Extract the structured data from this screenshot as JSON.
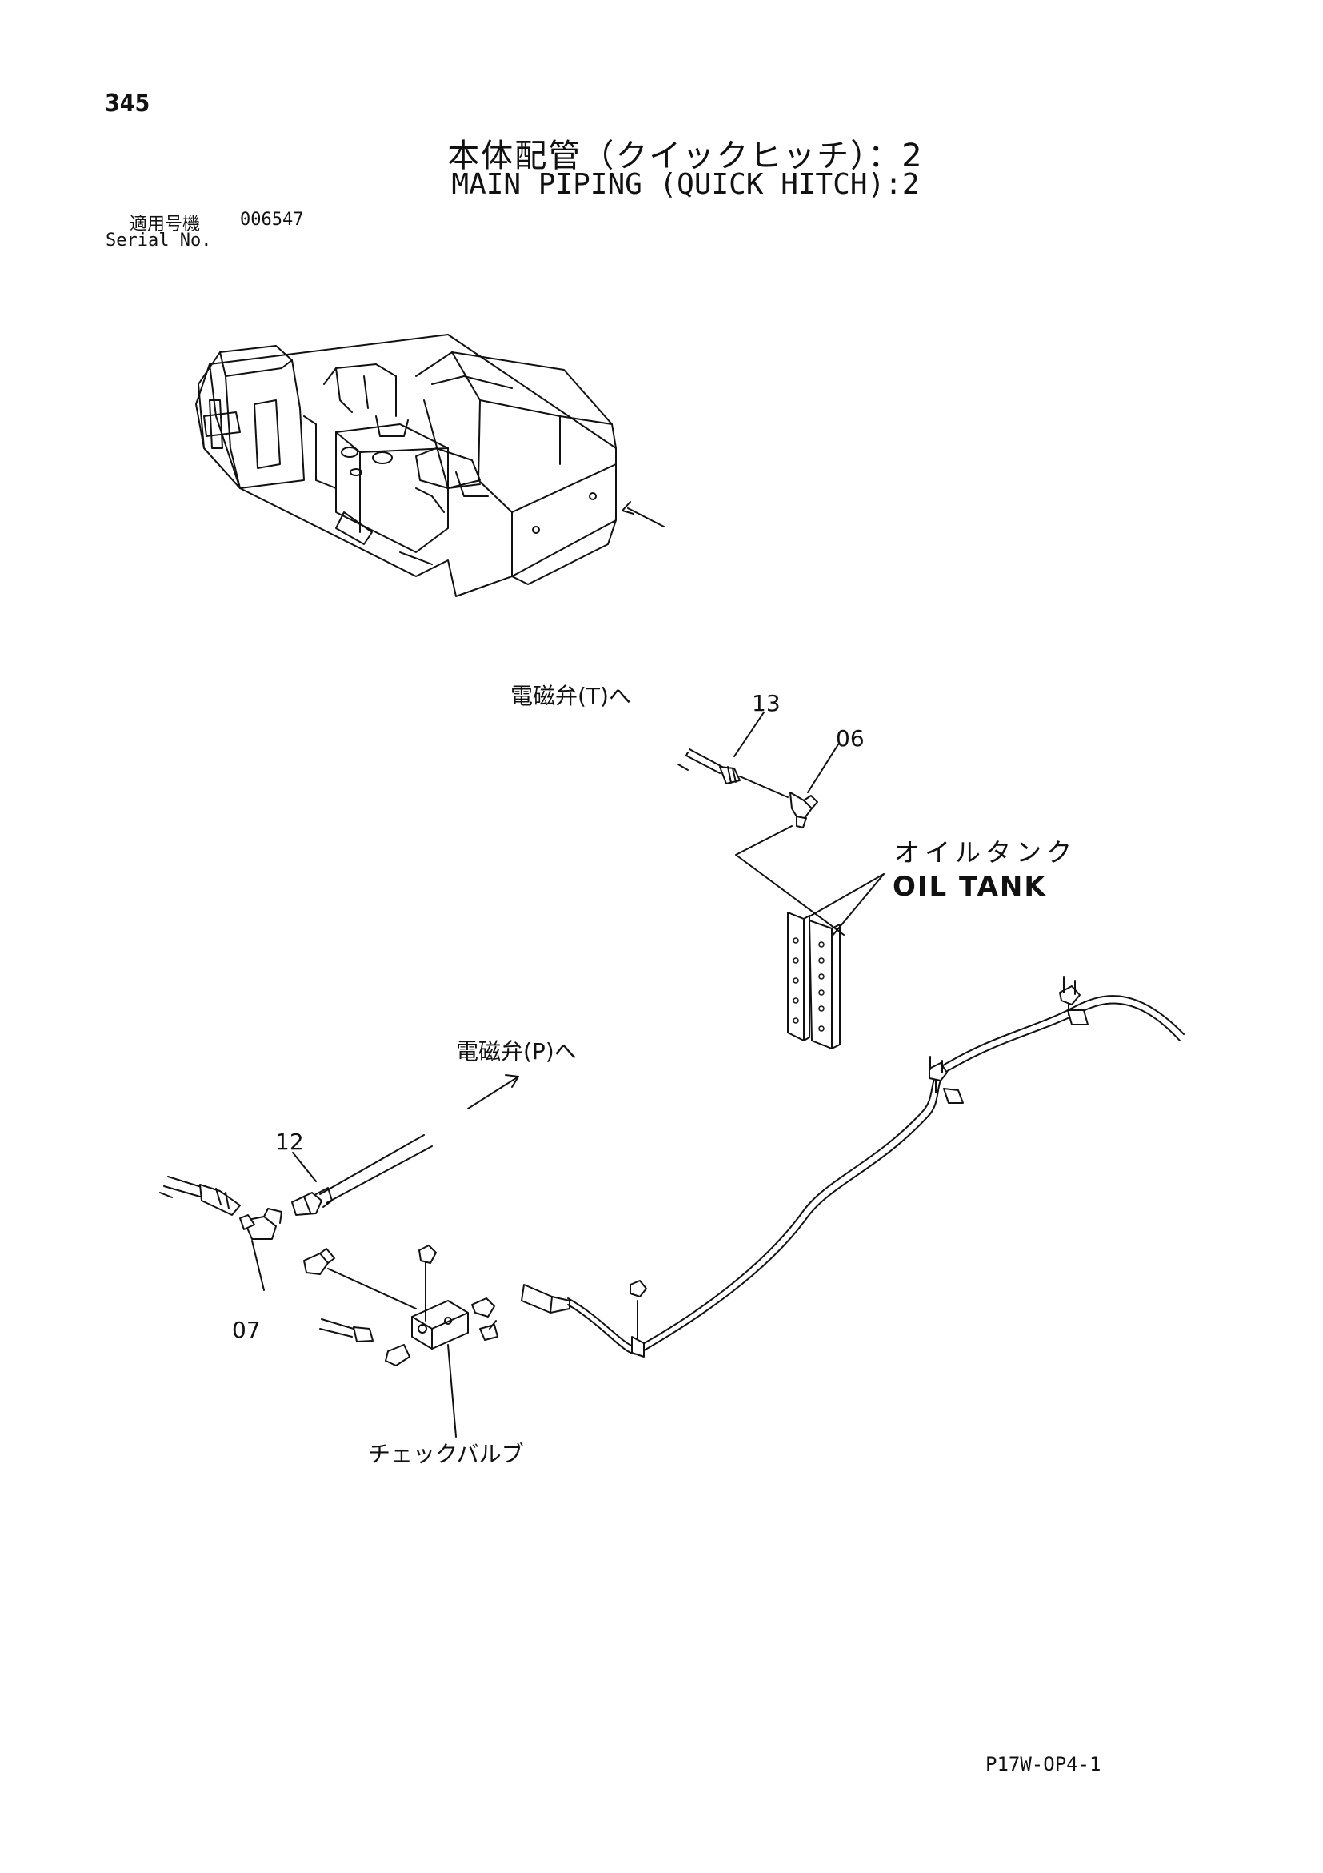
{
  "page_number": "345",
  "title_ja": "本体配管（クイックヒッチ）：2",
  "title_en": "MAIN PIPING (QUICK HITCH):2",
  "serial": {
    "label_ja": "適用号機",
    "value": "006547",
    "label_en": "Serial No."
  },
  "labels": {
    "to_valve_t": "電磁弁(T)へ",
    "to_valve_p": "電磁弁(P)へ",
    "oil_tank_ja": "オイルタンク",
    "oil_tank_en": "OIL TANK",
    "check_valve": "チェックバルブ"
  },
  "callouts": {
    "p13": "13",
    "p06": "06",
    "p12": "12",
    "p07": "07"
  },
  "drawing_code": "P17W-OP4-1"
}
